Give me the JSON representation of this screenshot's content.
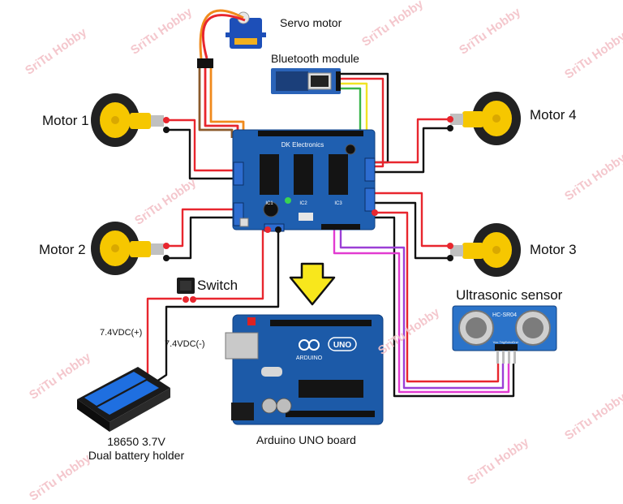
{
  "labels": {
    "servo": "Servo motor",
    "bluetooth": "Bluetooth module",
    "motor1": "Motor 1",
    "motor2": "Motor 2",
    "motor3": "Motor 3",
    "motor4": "Motor 4",
    "switch": "Switch",
    "ultrasonic": "Ultrasonic sensor",
    "vplus": "7.4VDC(+)",
    "vminus": "7.4VDC(-)",
    "battery_line1": "18650 3.7V",
    "battery_line2": "Dual battery holder",
    "arduino": "Arduino UNO board"
  },
  "shield": {
    "brand": "DK Electronics",
    "chip_labels": [
      "IC1",
      "IC2",
      "IC3"
    ]
  },
  "arduino_board": {
    "logo_text": "ARDUINO",
    "model_text": "UNO"
  },
  "sensor": {
    "model_text": "HC-SR04",
    "pins": [
      "Vcc",
      "Trig",
      "Echo",
      "Gnd"
    ]
  },
  "watermark": "SriTu Hobby",
  "colors": {
    "board_blue": "#1f5fb0",
    "wire_red": "#e8262e",
    "wire_black": "#111111",
    "wire_purple": "#9b3fd6",
    "wire_magenta": "#e23bd1",
    "wire_yellow": "#f0e424",
    "wire_green": "#39b54a",
    "arrow_yellow": "#f8e71c",
    "wheel_yellow": "#f6c700"
  }
}
